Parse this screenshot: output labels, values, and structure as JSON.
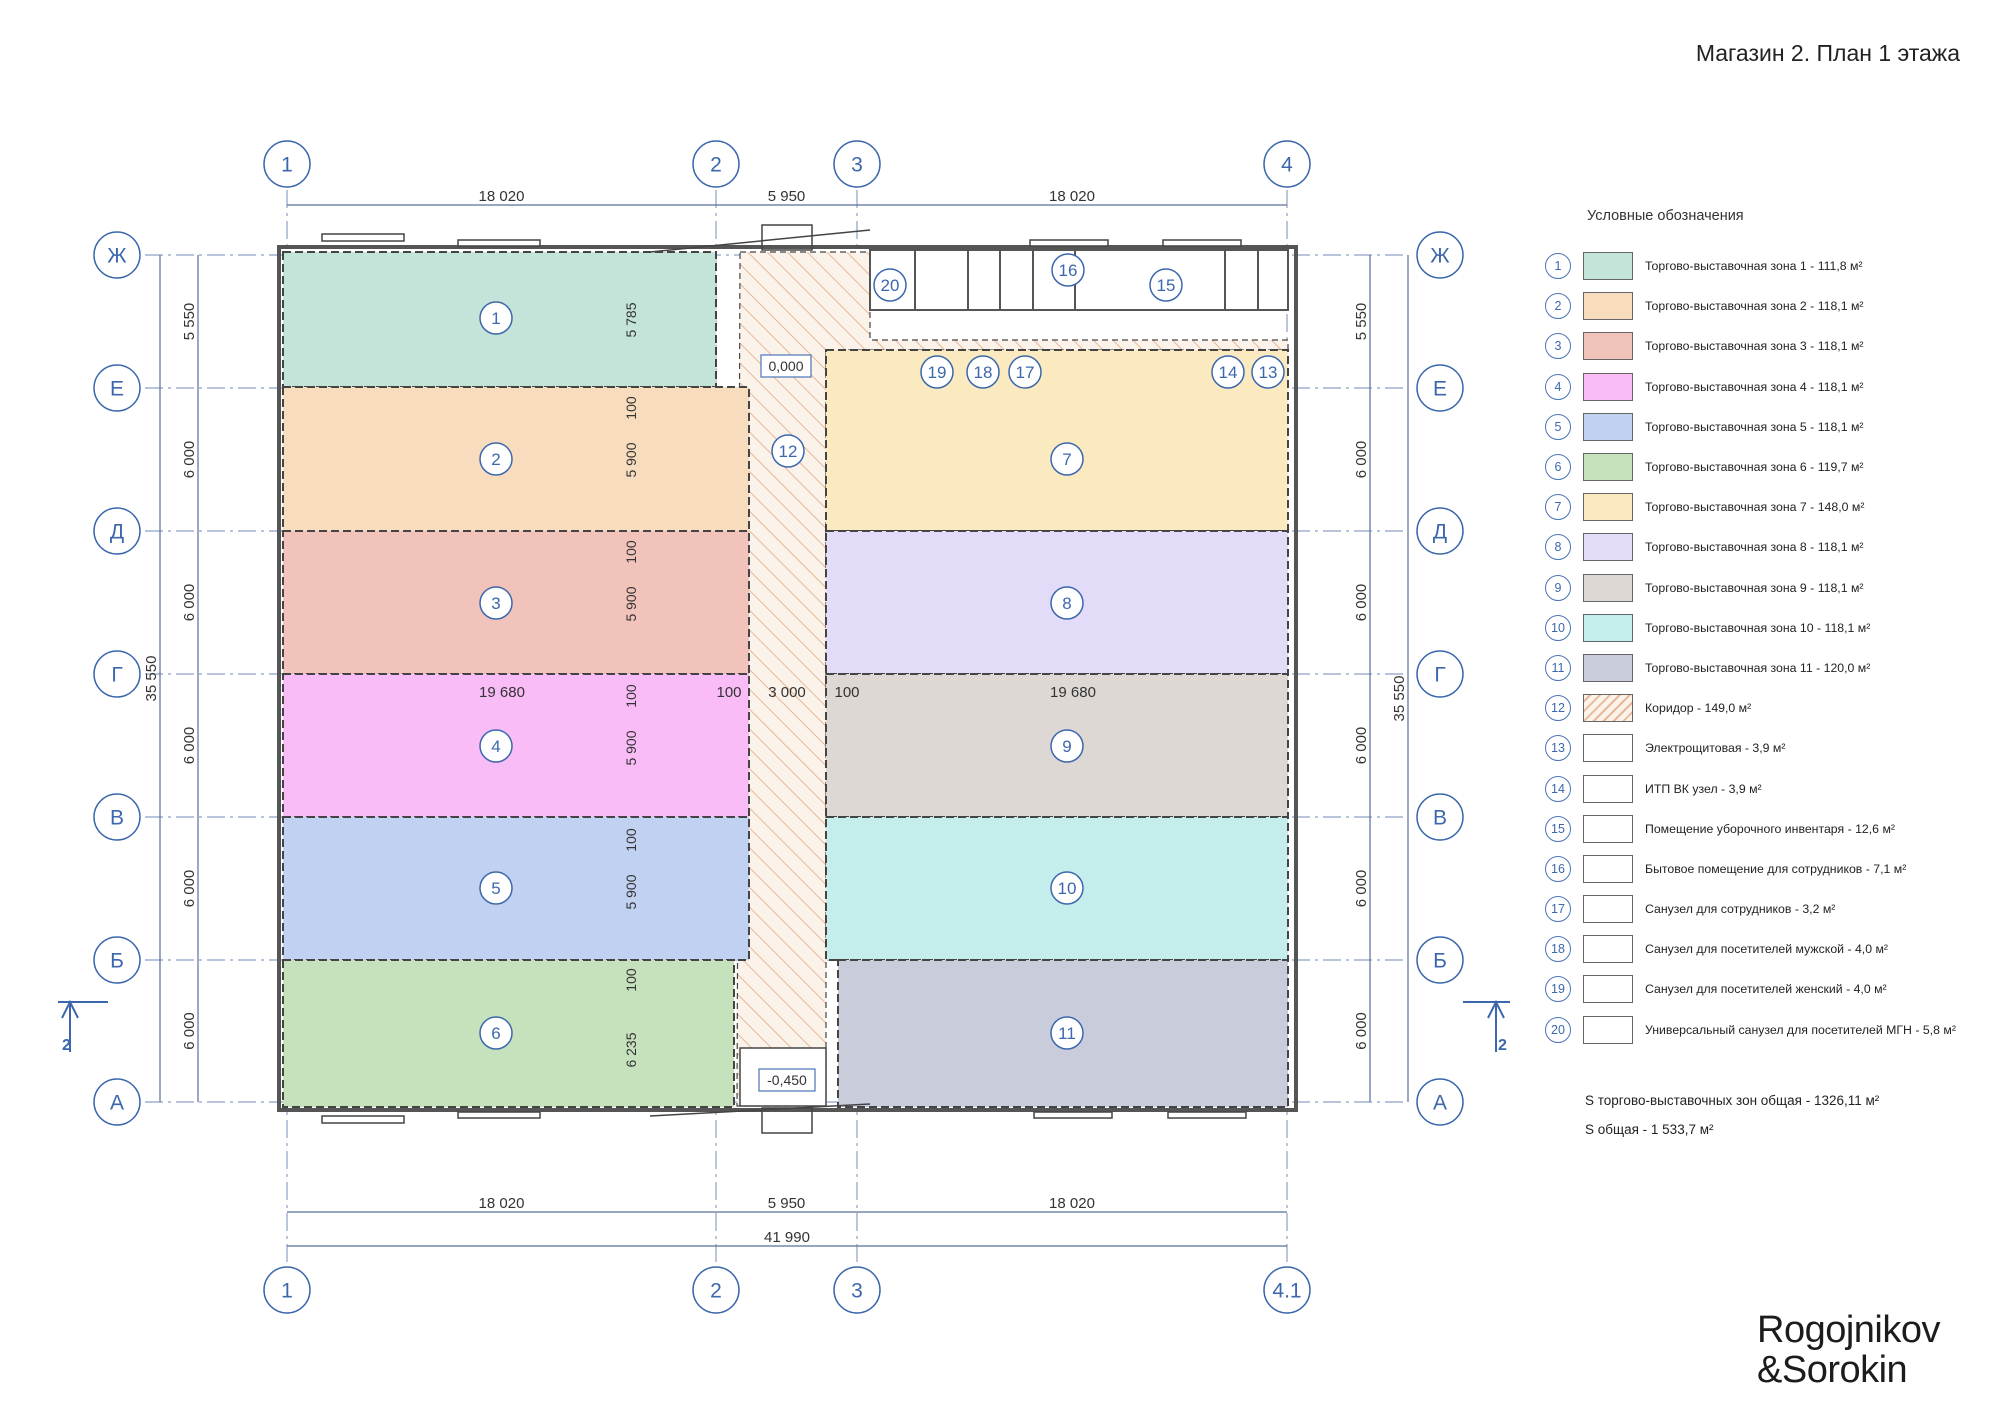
{
  "title": "Магазин 2. План 1 этажа",
  "axes": {
    "columns_top": [
      "1",
      "2",
      "3",
      "4"
    ],
    "columns_bottom": [
      "1",
      "2",
      "3",
      "4.1"
    ],
    "rows": [
      "Ж",
      "Е",
      "Д",
      "Г",
      "В",
      "Б",
      "А"
    ]
  },
  "dimensions": {
    "top_spans": [
      "18 020",
      "5 950",
      "18 020"
    ],
    "bottom_spans": [
      "18 020",
      "5 950",
      "18 020"
    ],
    "total_width": "41 990",
    "left_rows": [
      "5 550",
      "6 000",
      "6 000",
      "6 000",
      "6 000",
      "6 000"
    ],
    "right_rows": [
      "5 550",
      "6 000",
      "6 000",
      "6 000",
      "6 000",
      "6 000"
    ],
    "total_height_left": "35 550",
    "total_height_right": "35 550",
    "inner_vertical": [
      "5 785",
      "100",
      "5 900",
      "100",
      "5 900",
      "100",
      "5 900",
      "100",
      "5 900",
      "100",
      "6 235"
    ],
    "mid_horizontal": [
      "19 680",
      "100",
      "3 000",
      "100",
      "19 680"
    ],
    "levels": [
      "0,000",
      "-0,450"
    ],
    "section_mark": "2"
  },
  "rooms_on_plan": {
    "zones": [
      "1",
      "2",
      "3",
      "4",
      "5",
      "6",
      "7",
      "8",
      "9",
      "10",
      "11"
    ],
    "corridor": "12",
    "small_rooms": [
      "20",
      "16",
      "15",
      "19",
      "18",
      "17",
      "14",
      "13"
    ]
  },
  "legend": {
    "title": "Условные обозначения",
    "items": [
      {
        "num": "1",
        "label": "Торгово-выставочная зона 1 - 111,8 м²",
        "color": "#c4e3d9"
      },
      {
        "num": "2",
        "label": "Торгово-выставочная зона 2 - 118,1 м²",
        "color": "#f7dcbe"
      },
      {
        "num": "3",
        "label": "Торгово-выставочная зона 3 - 118,1 м²",
        "color": "#f2c3bb"
      },
      {
        "num": "4",
        "label": "Торгово-выставочная зона 4 - 118,1 м²",
        "color": "#f9bcf7"
      },
      {
        "num": "5",
        "label": "Торгово-выставочная зона 5 - 118,1 м²",
        "color": "#c1d1f1"
      },
      {
        "num": "6",
        "label": "Торгово-выставочная зона 6 - 119,7 м²",
        "color": "#c6e2bd"
      },
      {
        "num": "7",
        "label": "Торгово-выставочная зона 7 - 148,0 м²",
        "color": "#fbeac0"
      },
      {
        "num": "8",
        "label": "Торгово-выставочная зона 8 - 118,1 м²",
        "color": "#e3dcf8"
      },
      {
        "num": "9",
        "label": "Торгово-выставочная зона 9 - 118,1 м²",
        "color": "#ddd8d4"
      },
      {
        "num": "10",
        "label": "Торгово-выставочная зона 10 - 118,1 м²",
        "color": "#c5edec"
      },
      {
        "num": "11",
        "label": "Торгово-выставочная зона 11 - 120,0 м²",
        "color": "#c9ccdb"
      },
      {
        "num": "12",
        "label": "Коридор - 149,0 м²",
        "color": "hatch"
      },
      {
        "num": "13",
        "label": "Электрощитовая - 3,9 м²",
        "color": "#ffffff"
      },
      {
        "num": "14",
        "label": "ИТП ВК узел - 3,9 м²",
        "color": "#ffffff"
      },
      {
        "num": "15",
        "label": "Помещение уборочного инвентаря - 12,6 м²",
        "color": "#ffffff"
      },
      {
        "num": "16",
        "label": "Бытовое помещение для сотрудников - 7,1 м²",
        "color": "#ffffff"
      },
      {
        "num": "17",
        "label": "Санузел для сотрудников - 3,2 м²",
        "color": "#ffffff"
      },
      {
        "num": "18",
        "label": "Санузел для посетителей мужской - 4,0 м²",
        "color": "#ffffff"
      },
      {
        "num": "19",
        "label": "Санузел для посетителей женский - 4,0 м²",
        "color": "#ffffff"
      },
      {
        "num": "20",
        "label": "Универсальный  санузел для посетителей МГН - 5,8 м²",
        "color": "#ffffff"
      }
    ]
  },
  "totals": {
    "zones_total": "S торгово-выставочных зон общая - 1326,11 м²",
    "overall_total": "S общая - 1 533,7 м²"
  },
  "logo": {
    "line1": "Rogojnikov",
    "line2": "&Sorokin"
  },
  "colors": {
    "axis_blue": "#3c67ad",
    "wall": "#555555",
    "grid_line": "#8a9cc0",
    "hatch_line": "#e4b79a"
  }
}
